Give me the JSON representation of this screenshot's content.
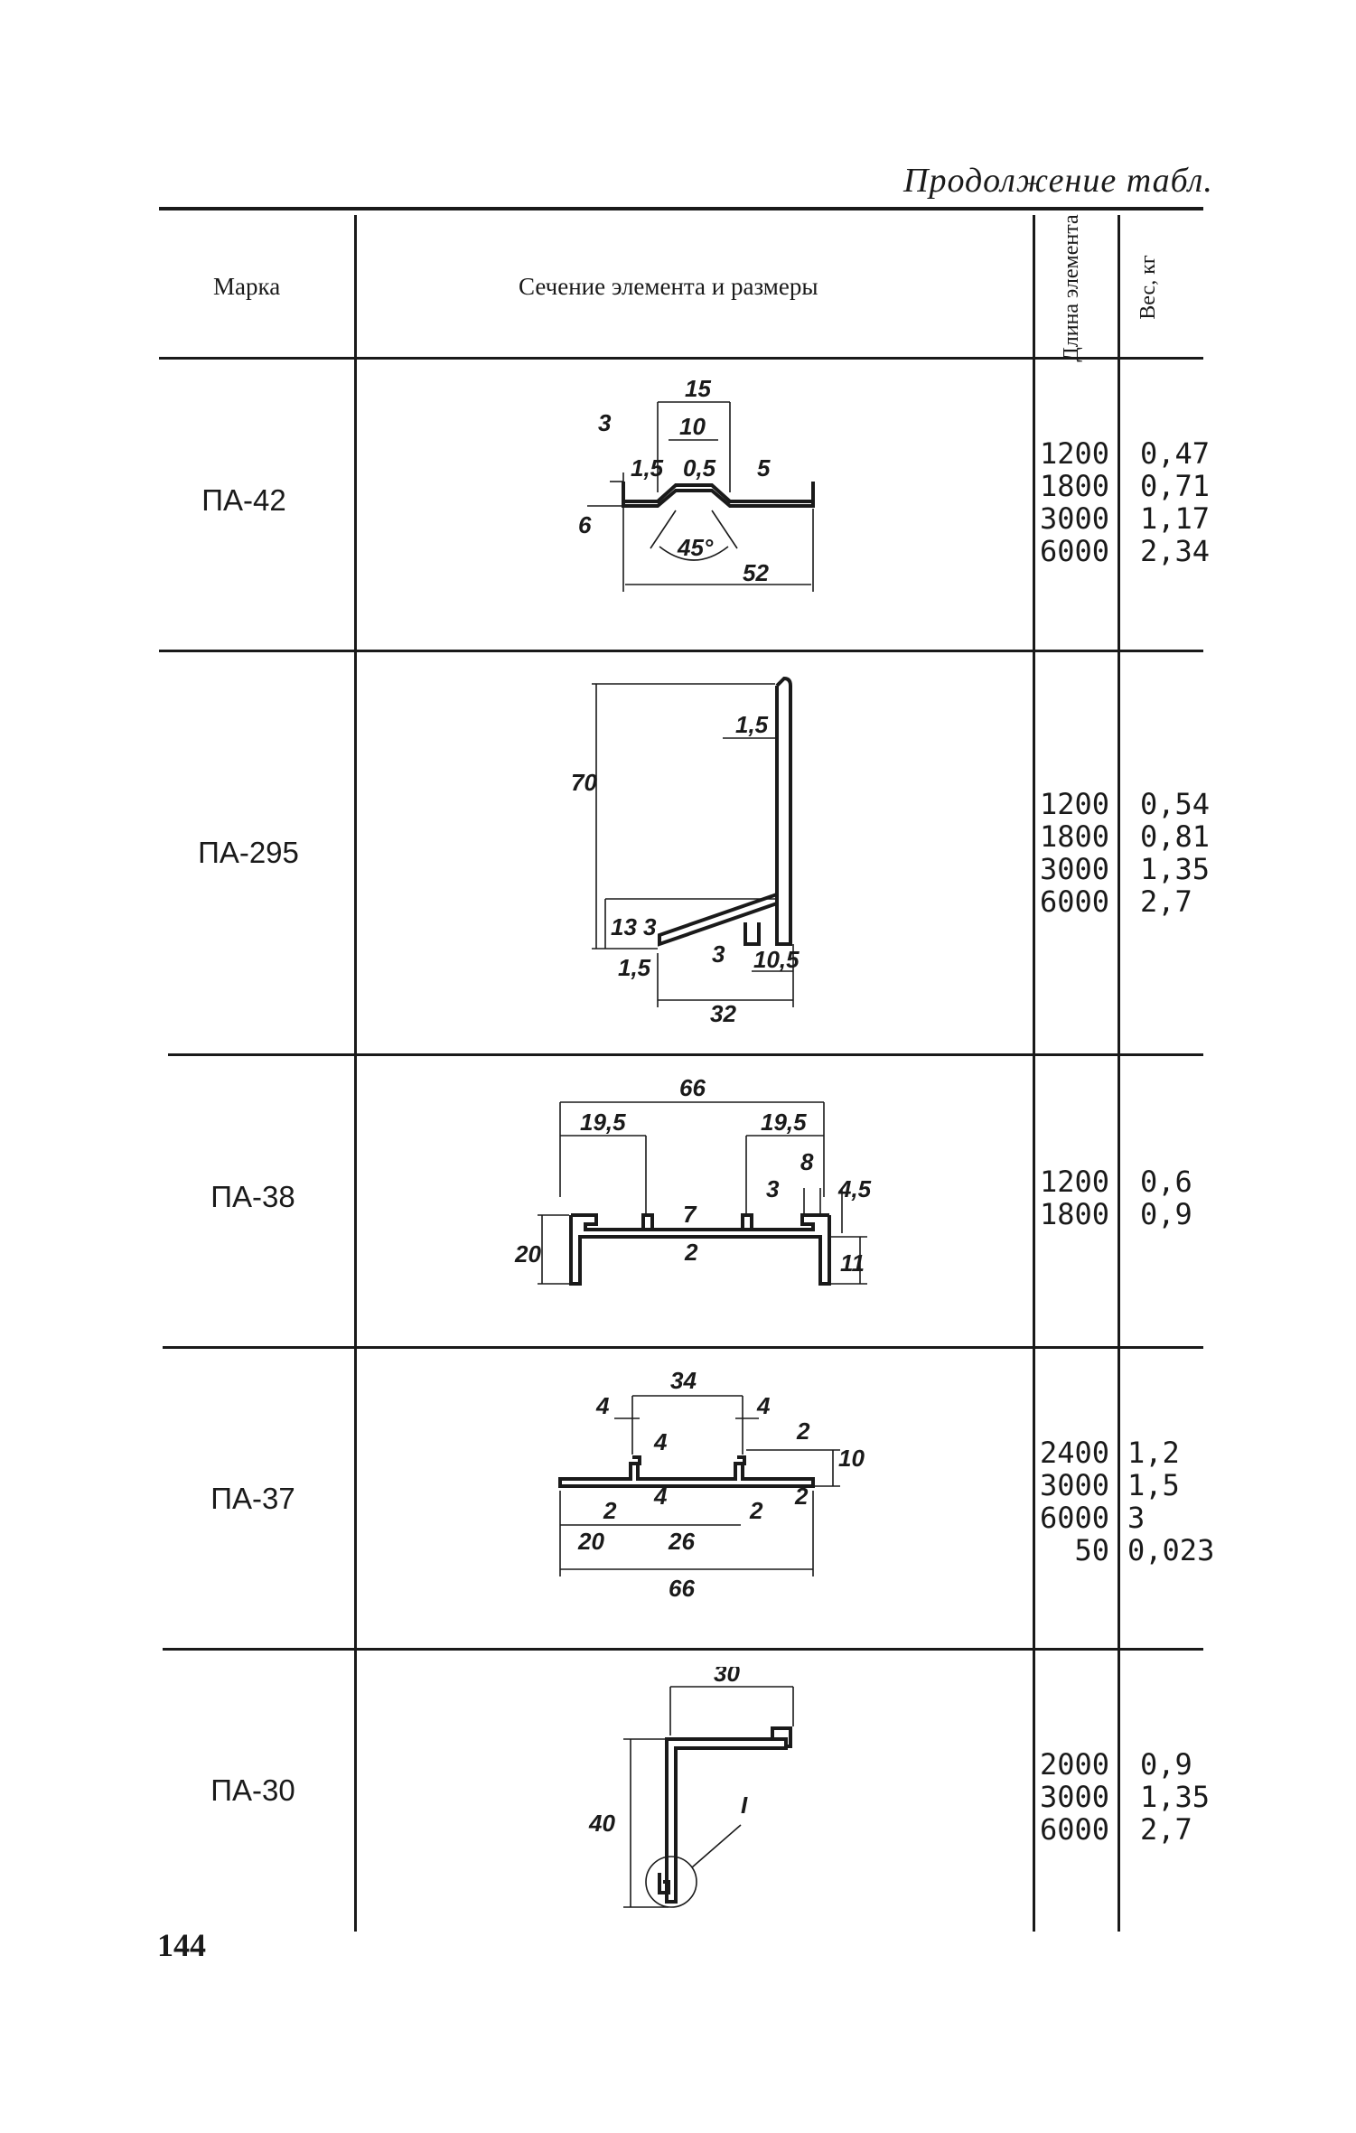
{
  "header": {
    "caption": "Продолжение табл.",
    "col_mark": "Марка",
    "col_section": "Сечение элемента и размеры",
    "col_length": "Длина элемента",
    "col_weight": "Вес, кг"
  },
  "rows": [
    {
      "mark": "ПА-42",
      "lengths": [
        "1200",
        "1800",
        "3000",
        "6000"
      ],
      "weights": [
        "0,47",
        "0,71",
        "1,17",
        "2,34"
      ],
      "dims": [
        "15",
        "10",
        "3",
        "1,5",
        "0,5",
        "5",
        "6",
        "45°",
        "52"
      ]
    },
    {
      "mark": "ПА-295",
      "lengths": [
        "1200",
        "1800",
        "3000",
        "6000"
      ],
      "weights": [
        "0,54",
        "0,81",
        "1,35",
        "2,7"
      ],
      "dims": [
        "1,5",
        "70",
        "13",
        "3",
        "1,5",
        "3",
        "10,5",
        "32"
      ]
    },
    {
      "mark": "ПА-38",
      "lengths": [
        "1200",
        "1800"
      ],
      "weights": [
        "0,6",
        "0,9"
      ],
      "dims": [
        "66",
        "19,5",
        "19,5",
        "8",
        "3",
        "4,5",
        "7",
        "20",
        "2",
        "11"
      ]
    },
    {
      "mark": "ПА-37",
      "lengths": [
        "2400",
        "3000",
        "6000",
        "50"
      ],
      "weights": [
        "1,2",
        "1,5",
        "3",
        "0,023"
      ],
      "dims": [
        "34",
        "4",
        "4",
        "4",
        "2",
        "10",
        "2",
        "4",
        "2",
        "2",
        "20",
        "26",
        "66"
      ]
    },
    {
      "mark": "ПА-30",
      "lengths": [
        "2000",
        "3000",
        "6000"
      ],
      "weights": [
        "0,9",
        "1,35",
        "2,7"
      ],
      "dims": [
        "30",
        "40",
        "I"
      ]
    }
  ],
  "page_number": "144"
}
